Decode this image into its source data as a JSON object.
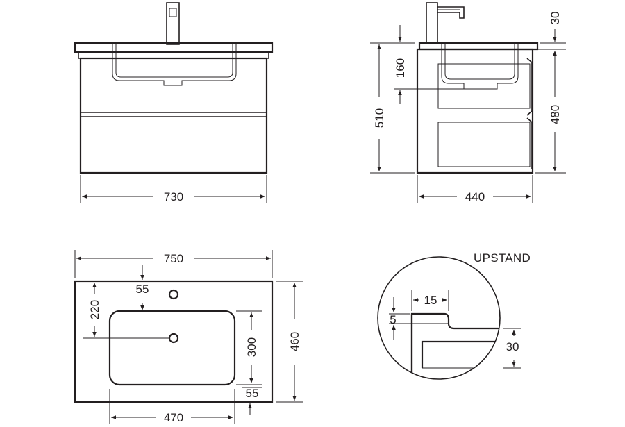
{
  "dimensions": {
    "front_width": "730",
    "side_depth": "440",
    "side_height_total": "510",
    "side_height_cabinet": "480",
    "basin_depth": "160",
    "top_thickness": "30",
    "top_width": "750",
    "top_depth": "460",
    "tap_hole_inset": "55",
    "tap_hole_offset": "220",
    "bowl_width": "470",
    "bowl_depth": "300",
    "bowl_front_inset": "55"
  },
  "upstand": {
    "title": "UPSTAND",
    "width": "15",
    "rise": "5",
    "height": "30"
  }
}
